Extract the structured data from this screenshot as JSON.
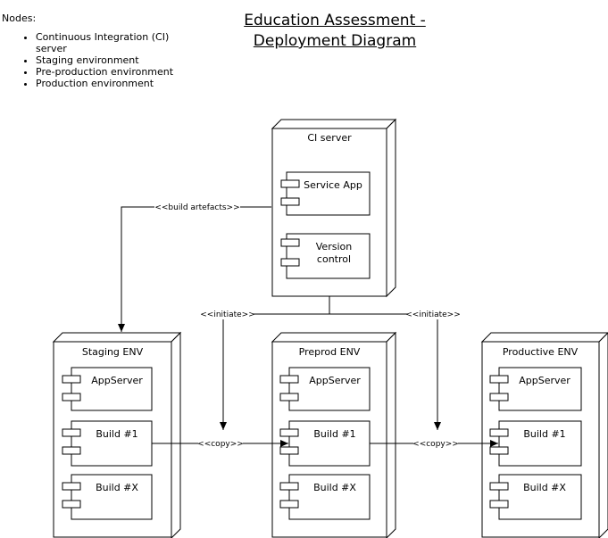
{
  "title_line1": "Education Assessment -",
  "title_line2": "Deployment Diagram",
  "notes": {
    "heading": "Nodes:",
    "items": [
      "Continuous Integration (CI) server",
      "Staging environment",
      "Pre-production environment",
      "Production environment"
    ]
  },
  "nodes": {
    "ci": {
      "title": "CI server",
      "components": [
        "Service App",
        "Version control"
      ]
    },
    "staging": {
      "title": "Staging ENV",
      "components": [
        "AppServer",
        "Build #1",
        "Build #X"
      ]
    },
    "preprod": {
      "title": "Preprod ENV",
      "components": [
        "AppServer",
        "Build #1",
        "Build #X"
      ]
    },
    "prod": {
      "title": "Productive ENV",
      "components": [
        "AppServer",
        "Build #1",
        "Build #X"
      ]
    }
  },
  "edges": {
    "build_artefacts": "<<build artefacts>>",
    "initiate_left": "<<initiate>>",
    "initiate_right": "<<initiate>>",
    "copy_left": "<<copy>>",
    "copy_right": "<<copy>>"
  }
}
